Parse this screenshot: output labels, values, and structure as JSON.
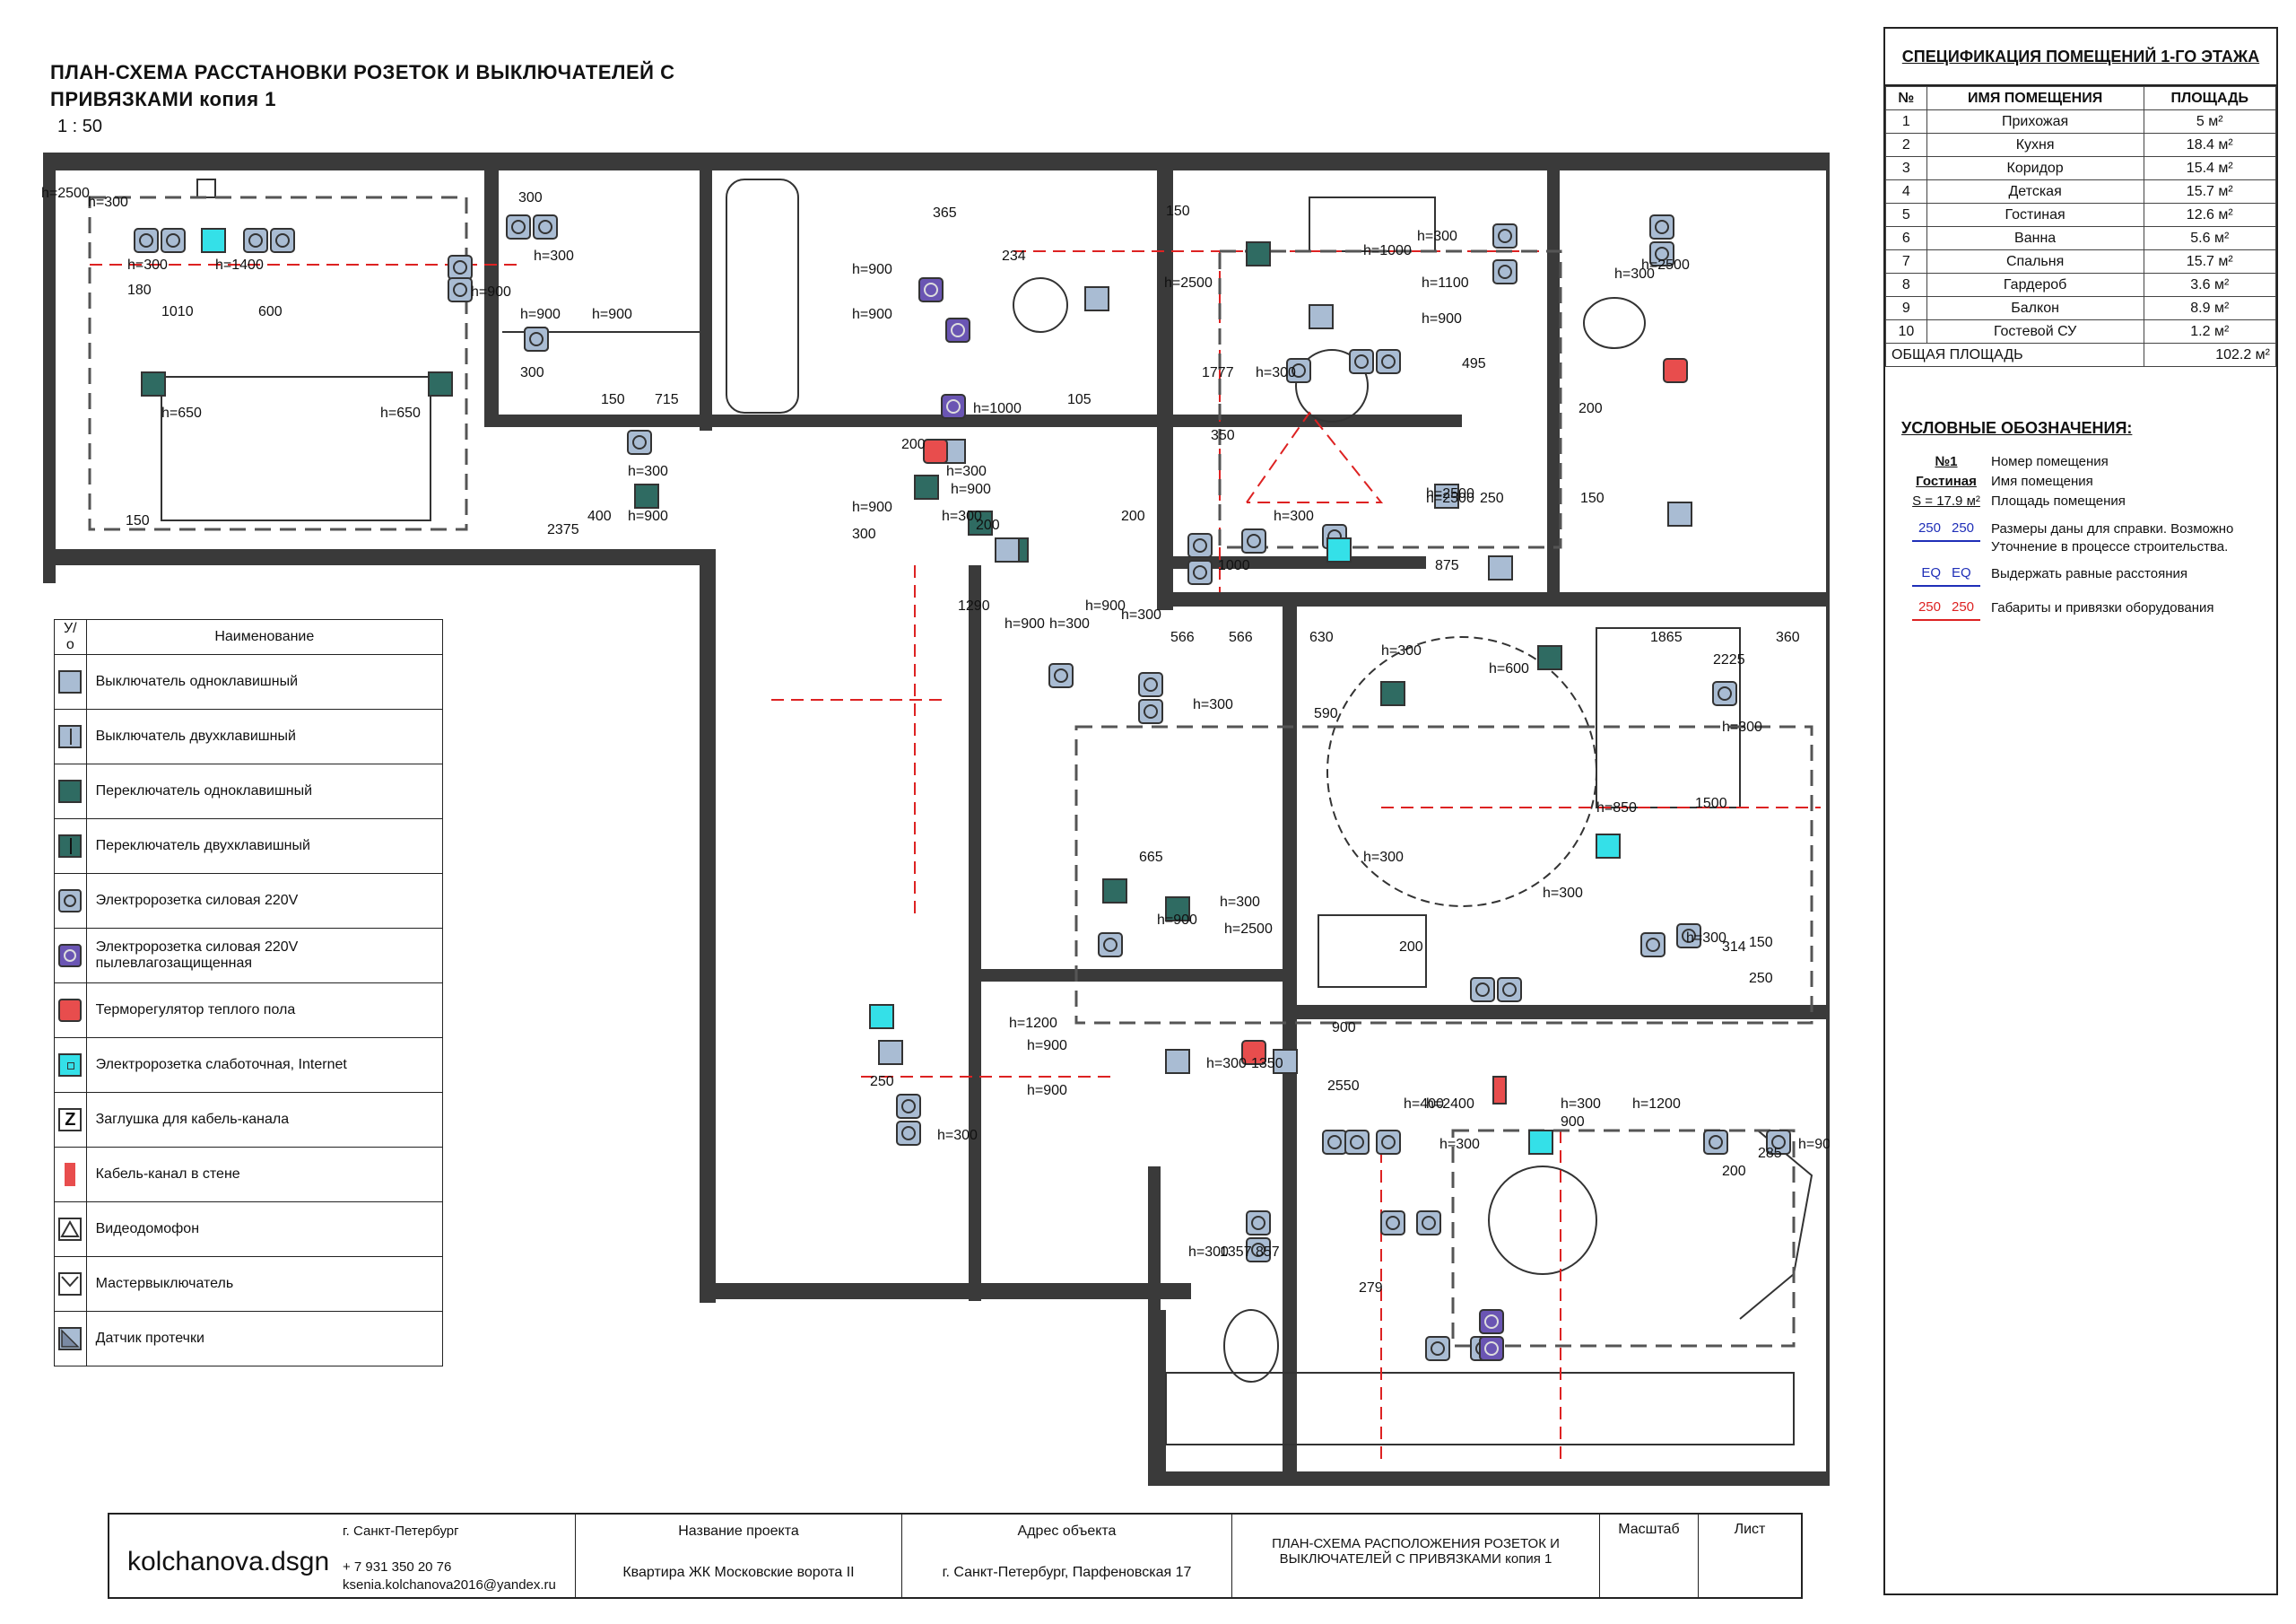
{
  "title": {
    "line1": "ПЛАН-СХЕМА РАССТАНОВКИ РОЗЕТОК И ВЫКЛЮЧАТЕЛЕЙ С",
    "line2": "ПРИВЯЗКАМИ копия 1",
    "scale": "1 : 50"
  },
  "legend": {
    "col_symbol": "У/о",
    "col_name": "Наименование",
    "items": [
      {
        "name": "Выключатель одноклавишный",
        "icon": "switch-single-icon"
      },
      {
        "name": "Выключатель двухклавишный",
        "icon": "switch-double-icon"
      },
      {
        "name": "Переключатель одноклавишный",
        "icon": "toggle-single-icon"
      },
      {
        "name": "Переключатель двухклавишный",
        "icon": "toggle-double-icon"
      },
      {
        "name": "Электророзетка силовая 220V",
        "icon": "power-socket-icon"
      },
      {
        "name": "Электророзетка силовая 220V пылевлагозащищенная",
        "icon": "waterproof-socket-icon"
      },
      {
        "name": "Терморегулятор теплого пола",
        "icon": "thermostat-icon"
      },
      {
        "name": "Электророзетка слаботочная, Internet",
        "icon": "internet-socket-icon"
      },
      {
        "name": "Заглушка для кабель-канала",
        "icon": "cable-plug-icon"
      },
      {
        "name": "Кабель-канал в стене",
        "icon": "wall-cable-channel-icon"
      },
      {
        "name": "Видеодомофон",
        "icon": "video-intercom-icon"
      },
      {
        "name": "Мастервыключатель",
        "icon": "master-switch-icon"
      },
      {
        "name": "Датчик протечки",
        "icon": "leak-sensor-icon"
      }
    ]
  },
  "spec": {
    "title": "СПЕЦИФИКАЦИЯ ПОМЕЩЕНИЙ 1-ГО ЭТАЖА",
    "headers": [
      "№",
      "ИМЯ ПОМЕЩЕНИЯ",
      "ПЛОЩАДЬ"
    ],
    "rows": [
      [
        "1",
        "Прихожая",
        "5 м²"
      ],
      [
        "2",
        "Кухня",
        "18.4 м²"
      ],
      [
        "3",
        "Коридор",
        "15.4 м²"
      ],
      [
        "4",
        "Детская",
        "15.7 м²"
      ],
      [
        "5",
        "Гостиная",
        "12.6 м²"
      ],
      [
        "6",
        "Ванна",
        "5.6 м²"
      ],
      [
        "7",
        "Спальня",
        "15.7 м²"
      ],
      [
        "8",
        "Гардероб",
        "3.6 м²"
      ],
      [
        "9",
        "Балкон",
        "8.9 м²"
      ],
      [
        "10",
        "Гостевой СУ",
        "1.2 м²"
      ]
    ],
    "total_label": "ОБЩАЯ ПЛОЩАДЬ",
    "total_value": "102.2 м²"
  },
  "conditions": {
    "title": "УСЛОВНЫЕ ОБОЗНАЧЕНИЯ:",
    "room_tag": {
      "number": "№1",
      "name": "Гостиная",
      "area": "S = 17.9 м²"
    },
    "room_tag_desc": [
      "Номер помещения",
      "Имя помещения",
      "Площадь помещения"
    ],
    "dims": [
      {
        "sample": [
          "250",
          "250"
        ],
        "color": "#1f2fb8",
        "text": "Размеры даны для справки. Возможно Уточнение в процессе строительства."
      },
      {
        "sample": [
          "EQ",
          "EQ"
        ],
        "color": "#1f2fb8",
        "text": "Выдержать равные расстояния"
      },
      {
        "sample": [
          "250",
          "250"
        ],
        "color": "#d22",
        "text": "Габариты и привязки оборудования"
      }
    ]
  },
  "stamp": {
    "company": "kolchanova.dsgn",
    "city": "г. Санкт-Петербург",
    "phone": "+ 7 931 350 20 76",
    "email": "ksenia.kolchanova2016@yandex.ru",
    "project_label": "Название проекта",
    "project_value": "Квартира ЖК Московские ворота II",
    "address_label": "Адрес объекта",
    "address_value": "г. Санкт-Петербург, Парфеновская 17",
    "sheet_title": "ПЛАН-СХЕМА РАСПОЛОЖЕНИЯ РОЗЕТОК И ВЫКЛЮЧАТЕЛЕЙ С ПРИВЯЗКАМИ копия 1",
    "scale_label": "Масштаб",
    "sheet_label": "Лист"
  },
  "plan_labels": [
    "h=2500",
    "h=300",
    "h=300",
    "h=1400",
    "180",
    "1010",
    "600",
    "h=650",
    "h=650",
    "150",
    "300",
    "h=300",
    "h=900",
    "h=900",
    "h=900",
    "300",
    "150",
    "715",
    "h=300",
    "h=900",
    "400",
    "2375",
    "h=900",
    "h=900",
    "365",
    "234",
    "h=1000",
    "105",
    "200",
    "h=300",
    "h=900",
    "h=900",
    "300",
    "h=300",
    "200",
    "1290",
    "h=900",
    "h=300",
    "h=900",
    "h=300",
    "200",
    "150",
    "h=2500",
    "h=1000",
    "h=300",
    "h=1100",
    "h=900",
    "1777",
    "495",
    "h=300",
    "350",
    "h=2500",
    "h=300",
    "h=2500",
    "250",
    "1000",
    "875",
    "h=300",
    "h=2500",
    "200",
    "150",
    "566",
    "566",
    "h=300",
    "630",
    "590",
    "h=300",
    "h=600",
    "1865",
    "2225",
    "360",
    "h=300",
    "1500",
    "h=850",
    "h=300",
    "900",
    "200",
    "h=300",
    "665",
    "h=900",
    "h=300",
    "h=2500",
    "h=300",
    "314",
    "250",
    "150",
    "h=1200",
    "h=900",
    "h=900",
    "h=300",
    "1350",
    "250",
    "h=300",
    "h=400",
    "h=300",
    "h=1200",
    "900",
    "2550",
    "h=2400",
    "h=300",
    "200",
    "285",
    "h=900",
    "h=300",
    "1357",
    "857",
    "279"
  ],
  "colors": {
    "wall": "#3a3a3a",
    "switch": "#a9bcd3",
    "toggle": "#2f6b62",
    "waterproof": "#6a55b3",
    "internet": "#34e0e8",
    "thermostat": "#e84d4d",
    "dim_red": "#d22",
    "dim_blue": "#1f2fb8"
  }
}
